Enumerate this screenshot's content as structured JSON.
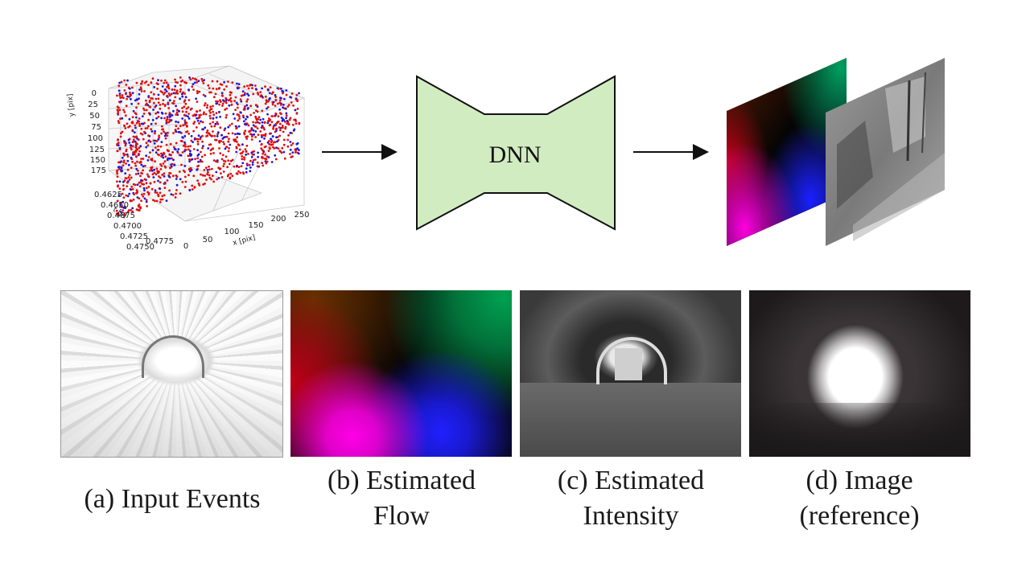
{
  "event_plot": {
    "y_axis_label": "y [pix]",
    "y_ticks": [
      "0",
      "25",
      "50",
      "75",
      "100",
      "125",
      "150",
      "175"
    ],
    "t_axis_label": "t [s]",
    "t_ticks": [
      "0.4625",
      "0.4650",
      "0.4675",
      "0.4700",
      "0.4725",
      "0.4750",
      "0.4775"
    ],
    "x_axis_label": "x [pix]",
    "x_ticks": [
      "0",
      "50",
      "100",
      "150",
      "200",
      "250"
    ]
  },
  "network_label": "DNN",
  "captions": {
    "a": "(a) Input Events",
    "b_line1": "(b) Estimated",
    "b_line2": "Flow",
    "c_line1": "(c) Estimated",
    "c_line2": "Intensity",
    "d_line1": "(d) Image",
    "d_line2": "(reference)"
  }
}
